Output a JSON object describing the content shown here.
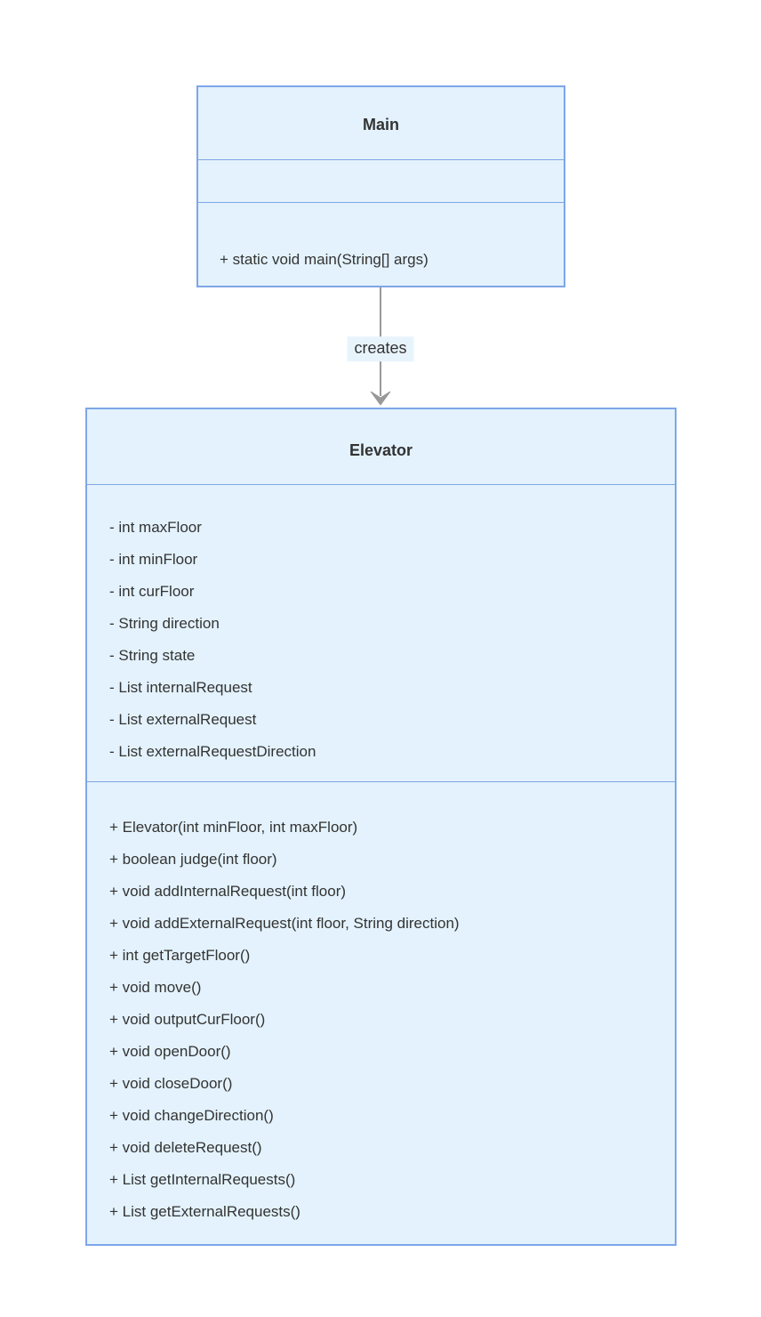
{
  "diagram": {
    "type": "uml-class-diagram",
    "colors": {
      "page_bg": "#ffffff",
      "node_fill": "#e3f2fc",
      "node_border": "#7ea6e8",
      "text": "#333333",
      "arrow": "#999999",
      "edge_label_bg": "#e8f4fc"
    },
    "classes": [
      {
        "name": "Main",
        "attributes": [],
        "methods": [
          "+ static void main(String[] args)"
        ]
      },
      {
        "name": "Elevator",
        "attributes": [
          "- int maxFloor",
          "- int minFloor",
          "- int curFloor",
          "- String direction",
          "- String state",
          "- List internalRequest",
          "- List externalRequest",
          "- List externalRequestDirection"
        ],
        "methods": [
          "+ Elevator(int minFloor, int maxFloor)",
          "+ boolean judge(int floor)",
          "+ void addInternalRequest(int floor)",
          "+ void addExternalRequest(int floor, String direction)",
          "+ int getTargetFloor()",
          "+ void move()",
          "+ void outputCurFloor()",
          "+ void openDoor()",
          "+ void closeDoor()",
          "+ void changeDirection()",
          "+ void deleteRequest()",
          "+ List getInternalRequests()",
          "+ List getExternalRequests()"
        ]
      }
    ],
    "edge": {
      "from": "Main",
      "to": "Elevator",
      "label": "creates"
    }
  }
}
